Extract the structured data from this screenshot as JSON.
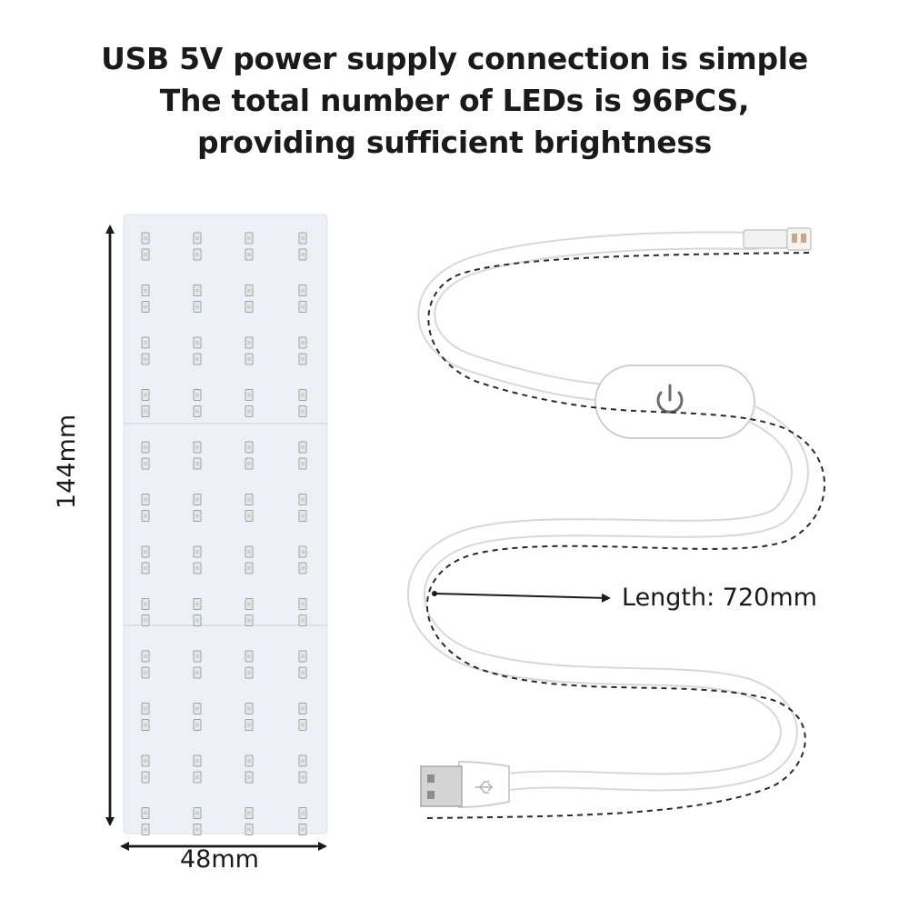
{
  "headline": {
    "line1": "USB 5V power supply connection is simple",
    "line2": "The total number of LEDs is 96PCS,",
    "line3": "providing sufficient brightness"
  },
  "dimensions": {
    "height": "144mm",
    "width": "48mm",
    "cable_length": "Length: 720mm"
  },
  "led_board": {
    "columns": 4,
    "led_rows": 24
  },
  "colors": {
    "board": "#edf1f5",
    "led_body": "#e6e9ec",
    "led_chip": "#9aa3ab",
    "cable": "#ffffff",
    "cable_edge": "#d8d8d8",
    "dashed_guide": "#2a2a2a",
    "text": "#1a1a1a"
  },
  "icons": {
    "switch": "power-icon",
    "plug": "usb-plug-icon"
  }
}
